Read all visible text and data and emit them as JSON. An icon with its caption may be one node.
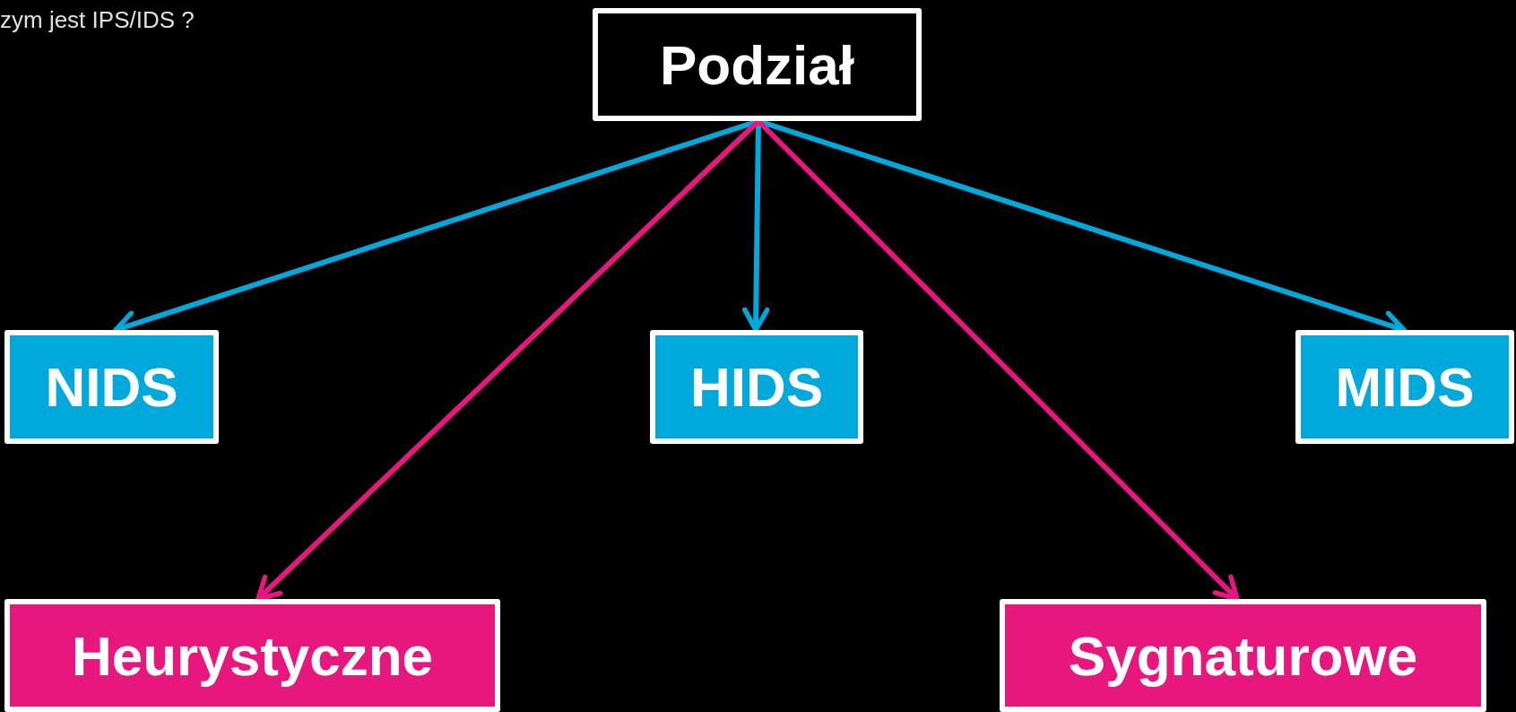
{
  "diagram": {
    "nodes": [
      {
        "text": [
          "Podział"
        ]
      },
      {
        "text": [
          "NIDS"
        ]
      },
      {
        "text": [
          "HIDS"
        ]
      },
      {
        "text": [
          "MIDS"
        ]
      },
      {
        "text": [
          "Heurystyczne"
        ]
      },
      {
        "text": [
          "Sygnaturowe"
        ]
      }
    ],
    "edges": [
      {
        "from": 0,
        "to": 1,
        "arrow": "to"
      },
      {
        "from": 0,
        "to": 2,
        "arrow": "to"
      },
      {
        "from": 0,
        "to": 3,
        "arrow": "to"
      },
      {
        "from": 0,
        "to": 4,
        "arrow": "to",
        "color": "#e8177d"
      },
      {
        "from": 0,
        "to": 5,
        "arrow": "to",
        "color": "#e8177d"
      }
    ],
    "labels": [
      "zym jest IPS/IDS ?"
    ]
  }
}
